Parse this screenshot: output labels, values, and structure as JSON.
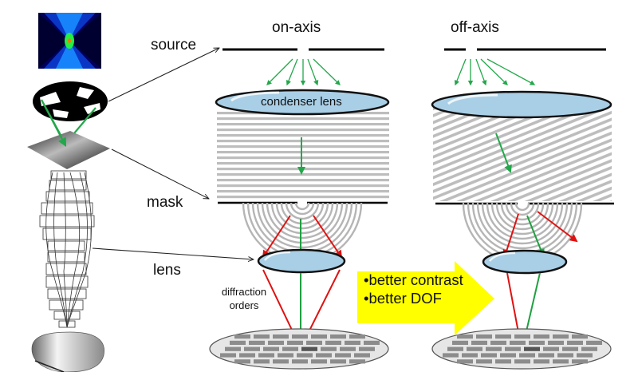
{
  "title_on_axis": "on-axis",
  "title_off_axis": "off-axis",
  "labels": {
    "source": "source",
    "mask": "mask",
    "lens": "lens",
    "condenser_lens": "condenser lens",
    "diffraction_orders_line1": "diffraction",
    "diffraction_orders_line2": "orders"
  },
  "benefits": [
    "•better contrast",
    "•better DOF"
  ],
  "colors": {
    "illumination_ray": "#22a84a",
    "zeroth_order_ray": "#1fa040",
    "higher_order_ray": "#e01010",
    "lens_fill": "#a9cfe6",
    "highlight_arrow": "#ffff00",
    "grating_lines": "#b8b8b8",
    "aperture": "#000000"
  },
  "left_column_items": [
    "intensity-pattern-thumbnail",
    "quadrupole-illumination-aperture",
    "photomask",
    "projection-lens-stack",
    "silicon-wafer"
  ]
}
